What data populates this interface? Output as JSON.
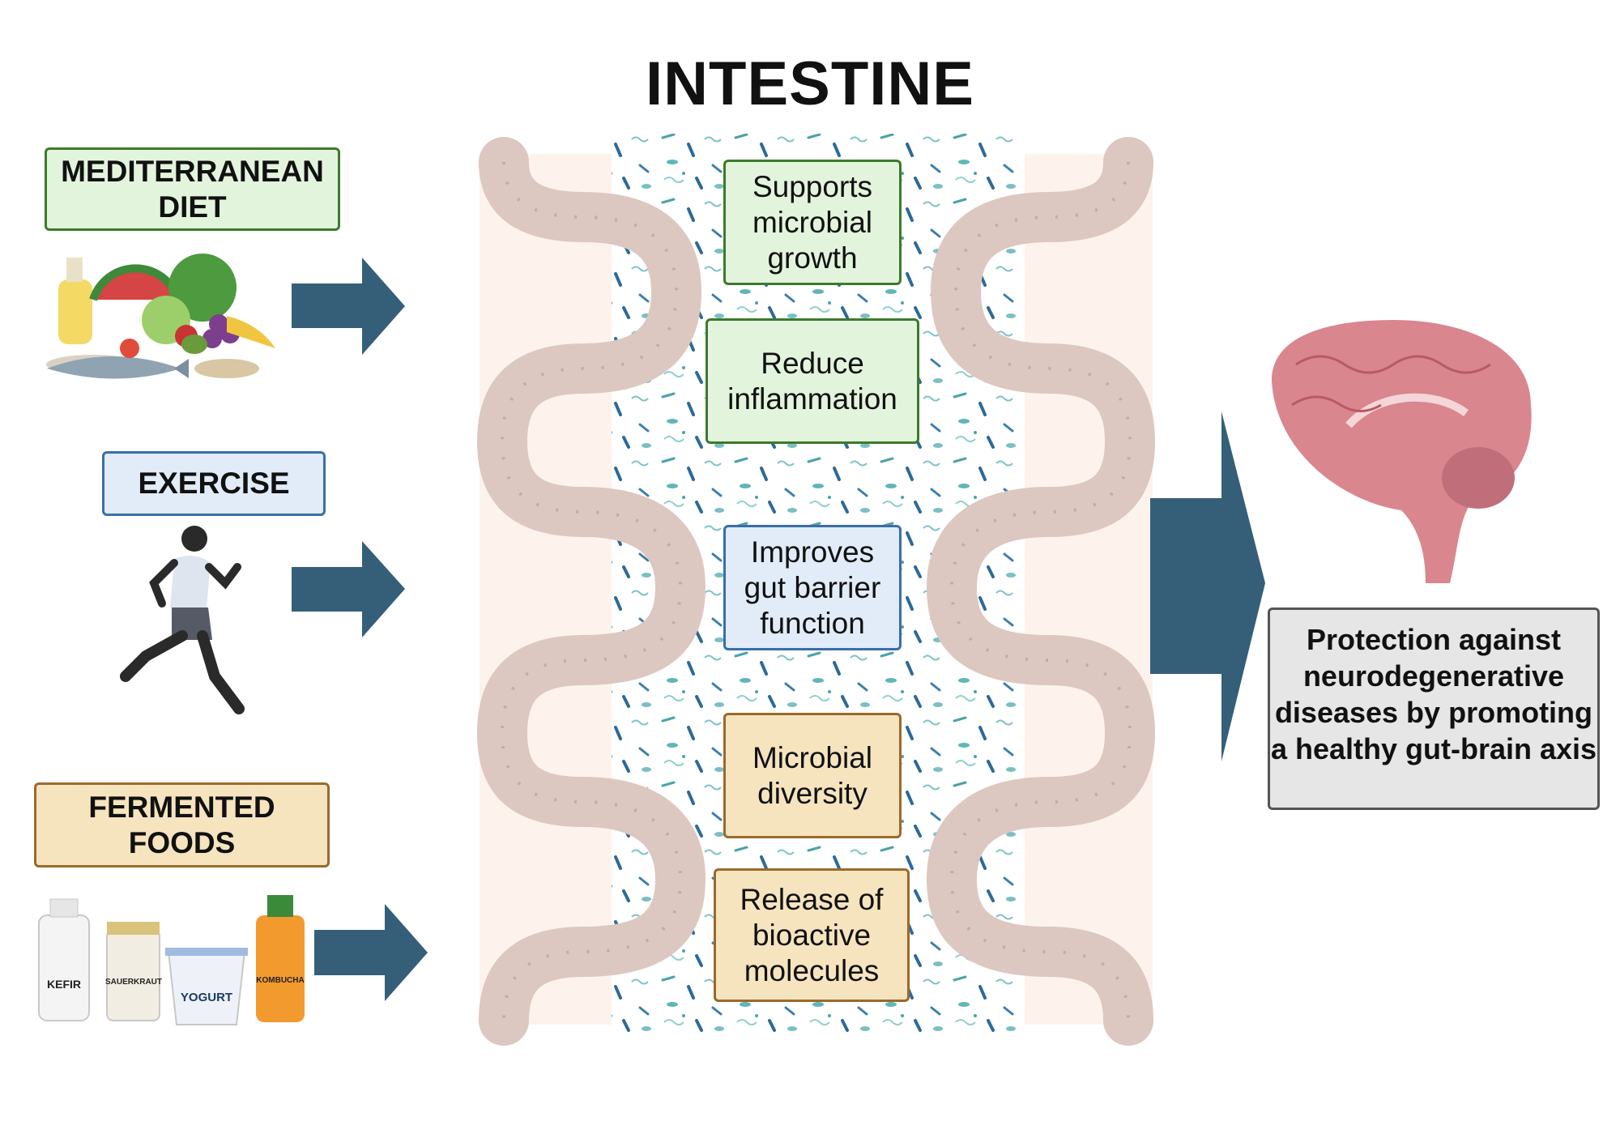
{
  "title": "INTESTINE",
  "factors": [
    {
      "label": "MEDITERRANEAN DIET"
    },
    {
      "label": "EXERCISE"
    },
    {
      "label": "FERMENTED FOODS"
    }
  ],
  "effects": [
    {
      "label": "Supports microbial growth"
    },
    {
      "label": "Reduce inflammation"
    },
    {
      "label": "Improves gut barrier function"
    },
    {
      "label": "Microbial diversity"
    },
    {
      "label": "Release of bioactive molecules"
    }
  ],
  "ferment_labels": {
    "kefir": "KEFIR",
    "sauerkraut": "SAUERKRAUT",
    "yogurt": "YOGURT",
    "kombucha": "KOMBUCHA"
  },
  "outcome": "Protection against neurodegenerative diseases by promoting a healthy gut-brain axis",
  "colors": {
    "arrow": "#355f78",
    "green_box": "#e3f4dc",
    "blue_box": "#e1ecf8",
    "tan_box": "#f6e4bf",
    "outcome_box": "#e6e6e6",
    "epithelium": "#dcc8c0",
    "tissue": "#fdf3ec",
    "brain": "#d9868e"
  }
}
